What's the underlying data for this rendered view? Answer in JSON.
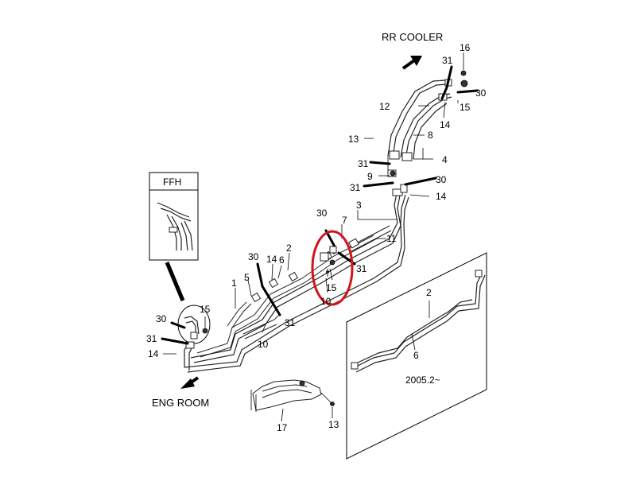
{
  "labels": {
    "rr_cooler": "RR COOLER",
    "eng_room": "ENG ROOM",
    "ffh": "FFH",
    "date": "2005.2~"
  },
  "callouts": {
    "n16": "16",
    "n31a": "31",
    "n30a": "30",
    "n12": "12",
    "n15a": "15",
    "n14a": "14",
    "n8": "8",
    "n13a": "13",
    "n4": "4",
    "n31b": "31",
    "n9": "9",
    "n30b": "30",
    "n31c": "31",
    "n14b": "14",
    "n3": "3",
    "n7": "7",
    "n30c": "30",
    "n11": "11",
    "n31d": "31",
    "n15b": "15",
    "n10a": "10",
    "n2a": "2",
    "n14c": "14",
    "n6a": "6",
    "n30d": "30",
    "n1": "1",
    "n5": "5",
    "n31e": "31",
    "n10b": "10",
    "n15c": "15",
    "n30e": "30",
    "n31f": "31",
    "n14d": "14",
    "n2b": "2",
    "n6b": "6",
    "n17": "17",
    "n13b": "13"
  },
  "colors": {
    "highlight": "#d0141c",
    "line": "#222222"
  }
}
